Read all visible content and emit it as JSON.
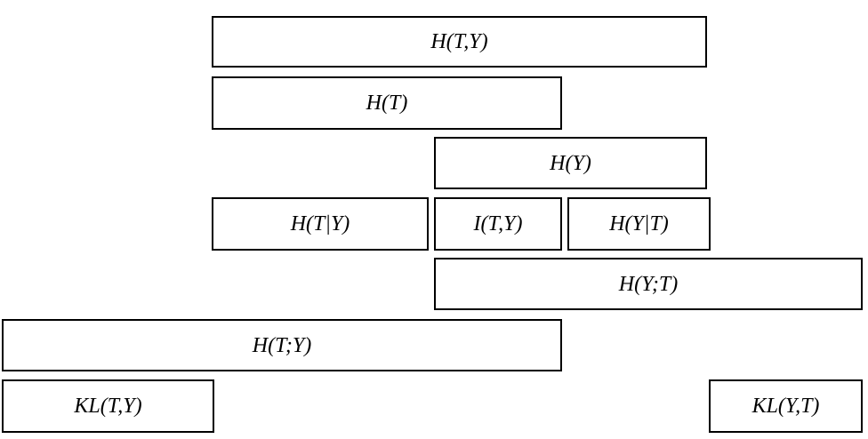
{
  "boxes": {
    "joint_entropy": "H(T,Y)",
    "entropy_t": "H(T)",
    "entropy_y": "H(Y)",
    "cond_entropy_t_given_y": "H(T|Y)",
    "mutual_information": "I(T,Y)",
    "cond_entropy_y_given_t": "H(Y|T)",
    "cross_entropy_y_t": "H(Y;T)",
    "cross_entropy_t_y": "H(T;Y)",
    "kl_t_y": "KL(T,Y)",
    "kl_y_t": "KL(Y,T)"
  },
  "colors": {
    "border": "#000000",
    "text": "#000000",
    "background": "#ffffff"
  }
}
